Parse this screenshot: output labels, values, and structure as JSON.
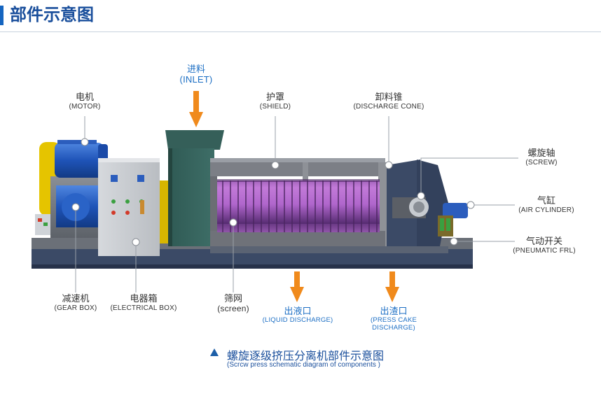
{
  "header": {
    "title": "部件示意图"
  },
  "labels": {
    "inlet": {
      "cn": "进料",
      "en": "(INLET)"
    },
    "motor": {
      "cn": "电机",
      "en": "(MOTOR)"
    },
    "shield": {
      "cn": "护罩",
      "en": "(SHIELD)"
    },
    "cone": {
      "cn": "卸料锥",
      "en": "(DISCHARGE  CONE)"
    },
    "screw": {
      "cn": "螺旋轴",
      "en": "(SCREW)"
    },
    "cylinder": {
      "cn": "气缸",
      "en": "(AIR CYLINDER)"
    },
    "frl": {
      "cn": "气动开关",
      "en": "(PNEUMATIC FRL)"
    },
    "gearbox": {
      "cn": "减速机",
      "en": "(GEAR BOX)"
    },
    "elecbox": {
      "cn": "电器箱",
      "en": "(ELECTRICAL BOX)"
    },
    "screen": {
      "cn": "筛网",
      "en": "(screen)"
    },
    "liquid": {
      "cn": "出液口",
      "en": "(LIQUID DISCHARGE)"
    },
    "cake": {
      "cn": "出渣口",
      "en": "(PRESS CAKE DISCHARGE)"
    }
  },
  "caption": {
    "cn": "螺旋逐级挤压分离机部件示意图",
    "en": "(Scrcw press schematic diagram of components )"
  },
  "colors": {
    "accent": "#1565c0",
    "arrow": "#f08a1c",
    "frame": "#3b4a66",
    "screen": "#a34dc0",
    "motor": "#1f54b8",
    "yellow": "#e5c400"
  }
}
